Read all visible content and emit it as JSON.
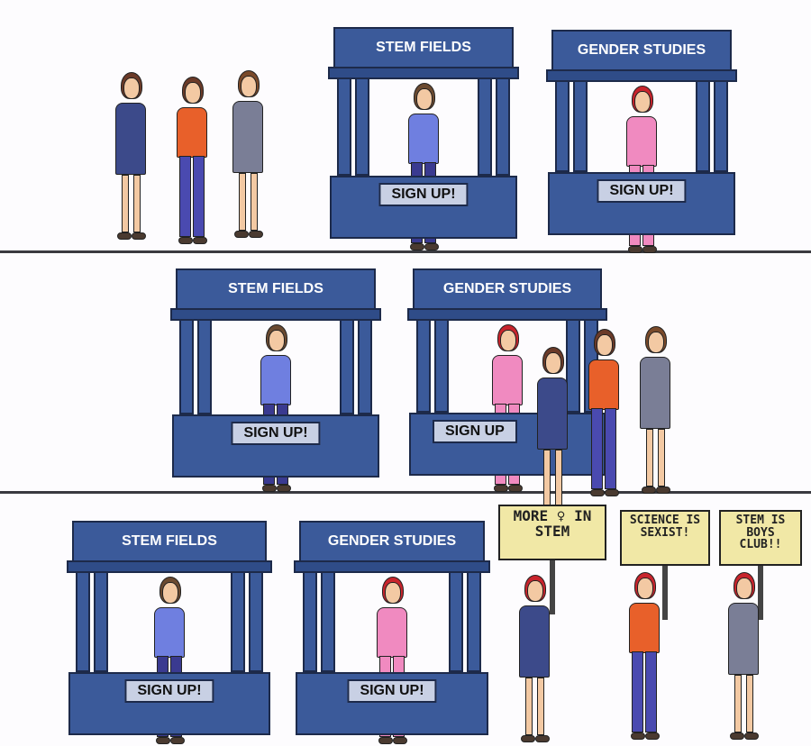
{
  "panels": [
    {
      "booths": [
        {
          "title": "STEM FIELDS",
          "sign": "SIGN UP!"
        },
        {
          "title": "GENDER STUDIES",
          "sign": "SIGN UP!"
        }
      ]
    },
    {
      "booths": [
        {
          "title": "STEM FIELDS",
          "sign": "SIGN UP!"
        },
        {
          "title": "GENDER STUDIES",
          "sign": "SIGN UP"
        }
      ]
    },
    {
      "booths": [
        {
          "title": "STEM FIELDS",
          "sign": "SIGN UP!"
        },
        {
          "title": "GENDER STUDIES",
          "sign": "SIGN UP!"
        }
      ],
      "placards": [
        "MORE ♀ IN STEM",
        "SCIENCE IS SEXIST!",
        "STEM IS BOYS CLUB!!"
      ]
    }
  ],
  "colors": {
    "booth": "#3b5a9a",
    "sign": "#c8d0e4",
    "placard": "#f1e8a6"
  }
}
